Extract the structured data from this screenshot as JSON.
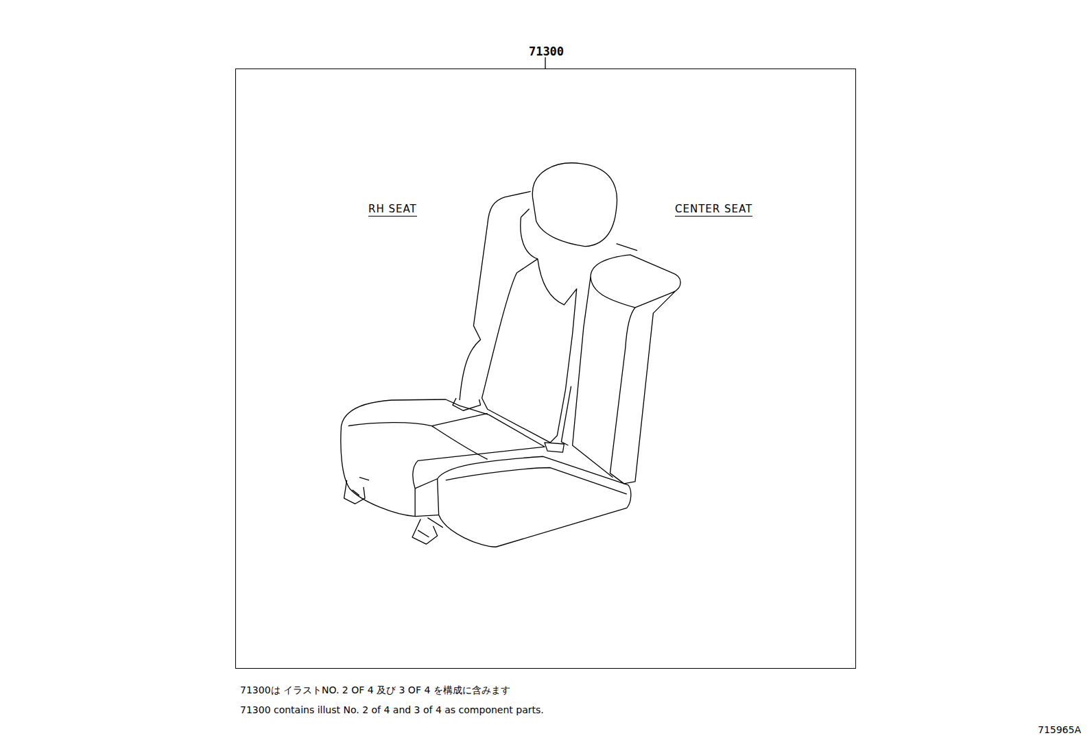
{
  "diagram": {
    "nodes": [
      {
        "text": [
          "71300",
          "RH SEAT",
          "CENTER SEAT"
        ]
      }
    ],
    "labels": [
      "71300は イラストNO. 2 OF 4 及び 3 OF 4 を構成に含みます",
      "71300 contains illust No. 2 of 4 and 3 of 4 as component parts.",
      "715965A"
    ]
  }
}
